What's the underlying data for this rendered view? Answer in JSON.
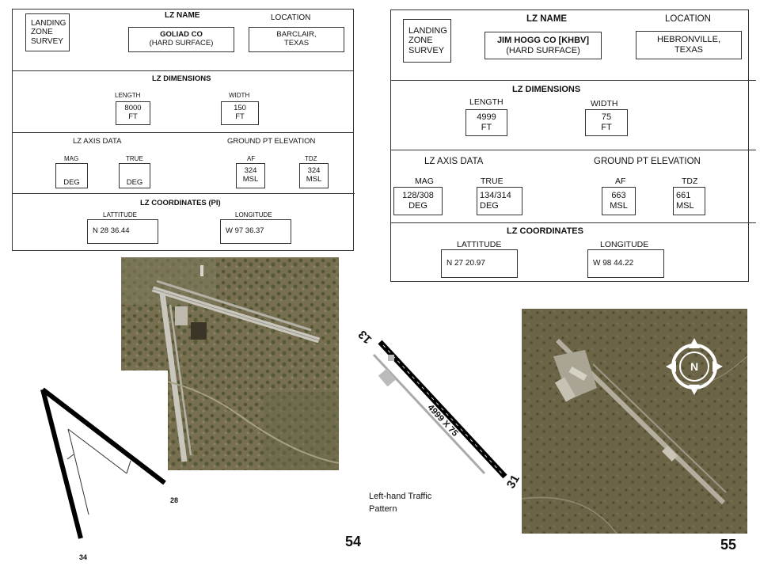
{
  "left": {
    "page_number": "54",
    "survey_label": [
      "LANDING",
      "ZONE",
      "SURVEY"
    ],
    "lz_name_header": "LZ NAME",
    "lz_name": "GOLIAD CO",
    "lz_surface": "(HARD SURFACE)",
    "location_header": "LOCATION",
    "location": [
      "BARCLAIR,",
      "TEXAS"
    ],
    "dimensions_header": "LZ DIMENSIONS",
    "length_label": "LENGTH",
    "length_value": [
      "8000",
      "FT"
    ],
    "width_label": "WIDTH",
    "width_value": [
      "150",
      "FT"
    ],
    "axis_header": "LZ AXIS DATA",
    "elev_header": "GROUND PT ELEVATION",
    "mag_label": "MAG",
    "mag_value": "DEG",
    "true_label": "TRUE",
    "true_value": "DEG",
    "af_label": "AF",
    "af_value": [
      "324",
      "MSL"
    ],
    "tdz_label": "TDZ",
    "tdz_value": [
      "324",
      "MSL"
    ],
    "coords_header": "LZ COORDINATES (PI)",
    "lat_label": "LATTITUDE",
    "lat_value": "N 28 36.44",
    "lon_label": "LONGITUDE",
    "lon_value": "W 97 36.37",
    "runway_labels": [
      "28",
      "34"
    ]
  },
  "right": {
    "page_number": "55",
    "survey_label": [
      "LANDING",
      "ZONE",
      "SURVEY"
    ],
    "lz_name_header": "LZ NAME",
    "lz_name": "JIM HOGG CO [KHBV]",
    "lz_surface": "(HARD SURFACE)",
    "location_header": "LOCATION",
    "location": [
      "HEBRONVILLE,",
      "TEXAS"
    ],
    "dimensions_header": "LZ DIMENSIONS",
    "length_label": "LENGTH",
    "length_value": [
      "4999",
      "FT"
    ],
    "width_label": "WIDTH",
    "width_value": [
      "75",
      "FT"
    ],
    "axis_header": "LZ AXIS DATA",
    "elev_header": "GROUND PT ELEVATION",
    "mag_label": "MAG",
    "mag_value": [
      "128/308",
      "DEG"
    ],
    "true_label": "TRUE",
    "true_value": [
      "134/314",
      "DEG"
    ],
    "af_label": "AF",
    "af_value": [
      "663",
      "MSL"
    ],
    "tdz_label": "TDZ",
    "tdz_value": [
      "661",
      "MSL"
    ],
    "coords_header": "LZ COORDINATES",
    "lat_label": "LATTITUDE",
    "lat_value": "N 27 20.97",
    "lon_label": "LONGITUDE",
    "lon_value": "W 98 44.22",
    "runway_end_a": "13",
    "runway_end_b": "31",
    "runway_dims": "4999 X 75",
    "traffic_note": [
      "Left-hand Traffic",
      "Pattern"
    ],
    "compass_letter": "N"
  },
  "colors": {
    "runway": "#000000",
    "photo_ground": "#6f6a4c",
    "photo_vegetation": "#4b5230"
  }
}
